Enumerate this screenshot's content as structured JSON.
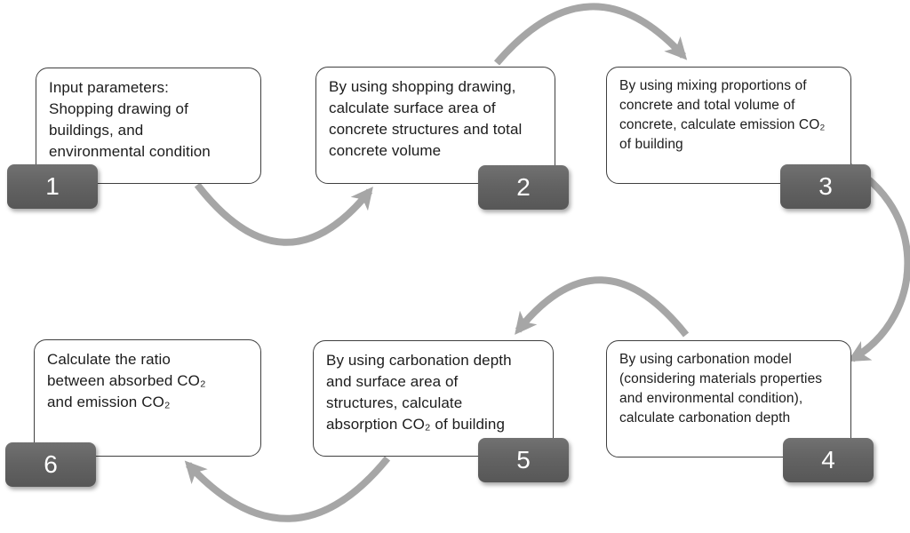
{
  "diagram": {
    "type": "flowchart",
    "description_visible": false,
    "steps": [
      {
        "number": "1",
        "badge_side": "left",
        "text": "Input parameters:\nShopping drawing of\nbuildings, and\nenvironmental condition"
      },
      {
        "number": "2",
        "badge_side": "right",
        "text": "By using shopping drawing,\ncalculate surface area of\nconcrete structures and total\nconcrete volume"
      },
      {
        "number": "3",
        "badge_side": "right",
        "text": "By using mixing proportions of\nconcrete and total volume of\nconcrete, calculate emission CO₂\nof building"
      },
      {
        "number": "4",
        "badge_side": "right",
        "text": "By using carbonation model\n(considering materials properties\nand environmental condition),\ncalculate carbonation depth"
      },
      {
        "number": "5",
        "badge_side": "right",
        "text": "By using carbonation depth\nand surface area of\nstructures, calculate\nabsorption CO₂ of building"
      },
      {
        "number": "6",
        "badge_side": "left",
        "text": "Calculate the ratio\nbetween absorbed CO₂\nand emission CO₂"
      }
    ],
    "connections": [
      {
        "from": "1",
        "to": "2",
        "shape": "u-curve-below"
      },
      {
        "from": "2",
        "to": "3",
        "shape": "arch-above"
      },
      {
        "from": "3",
        "to": "4",
        "shape": "c-curve-right"
      },
      {
        "from": "4",
        "to": "5",
        "shape": "arch-above"
      },
      {
        "from": "5",
        "to": "6",
        "shape": "u-curve-below"
      }
    ],
    "colors": {
      "background": "#ffffff",
      "box_fill": "#ffffff",
      "box_border": "#3f3f3f",
      "badge_top": "#717171",
      "badge_bottom": "#575757",
      "badge_text": "#ffffff",
      "arrow": "#a6a6a6",
      "text": "#1c1c1c"
    }
  }
}
